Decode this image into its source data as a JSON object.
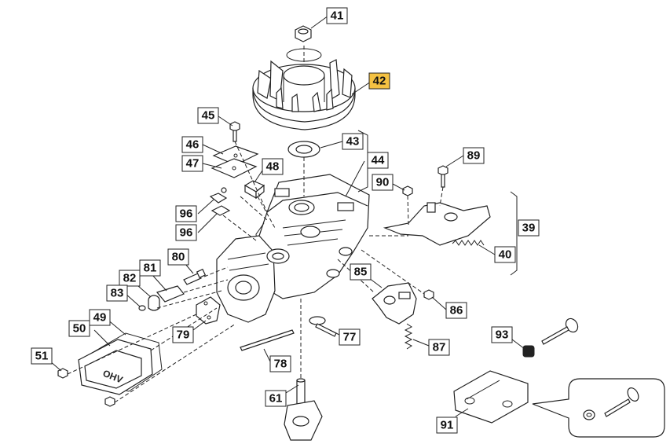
{
  "callouts": [
    {
      "id": "41",
      "label": "41"
    },
    {
      "id": "42",
      "label": "42",
      "highlight": true
    },
    {
      "id": "43",
      "label": "43"
    },
    {
      "id": "44",
      "label": "44"
    },
    {
      "id": "45",
      "label": "45"
    },
    {
      "id": "46",
      "label": "46"
    },
    {
      "id": "47",
      "label": "47"
    },
    {
      "id": "48",
      "label": "48"
    },
    {
      "id": "89",
      "label": "89"
    },
    {
      "id": "90",
      "label": "90"
    },
    {
      "id": "96a",
      "label": "96"
    },
    {
      "id": "96b",
      "label": "96"
    },
    {
      "id": "39",
      "label": "39"
    },
    {
      "id": "40",
      "label": "40"
    },
    {
      "id": "80",
      "label": "80"
    },
    {
      "id": "81",
      "label": "81"
    },
    {
      "id": "82",
      "label": "82"
    },
    {
      "id": "83",
      "label": "83"
    },
    {
      "id": "85",
      "label": "85"
    },
    {
      "id": "86",
      "label": "86"
    },
    {
      "id": "49",
      "label": "49"
    },
    {
      "id": "50",
      "label": "50"
    },
    {
      "id": "79",
      "label": "79"
    },
    {
      "id": "77",
      "label": "77"
    },
    {
      "id": "87",
      "label": "87"
    },
    {
      "id": "93",
      "label": "93"
    },
    {
      "id": "51",
      "label": "51"
    },
    {
      "id": "78",
      "label": "78"
    },
    {
      "id": "61",
      "label": "61"
    },
    {
      "id": "91",
      "label": "91"
    }
  ],
  "colors": {
    "highlight": "#f5c242",
    "line": "#222222"
  }
}
